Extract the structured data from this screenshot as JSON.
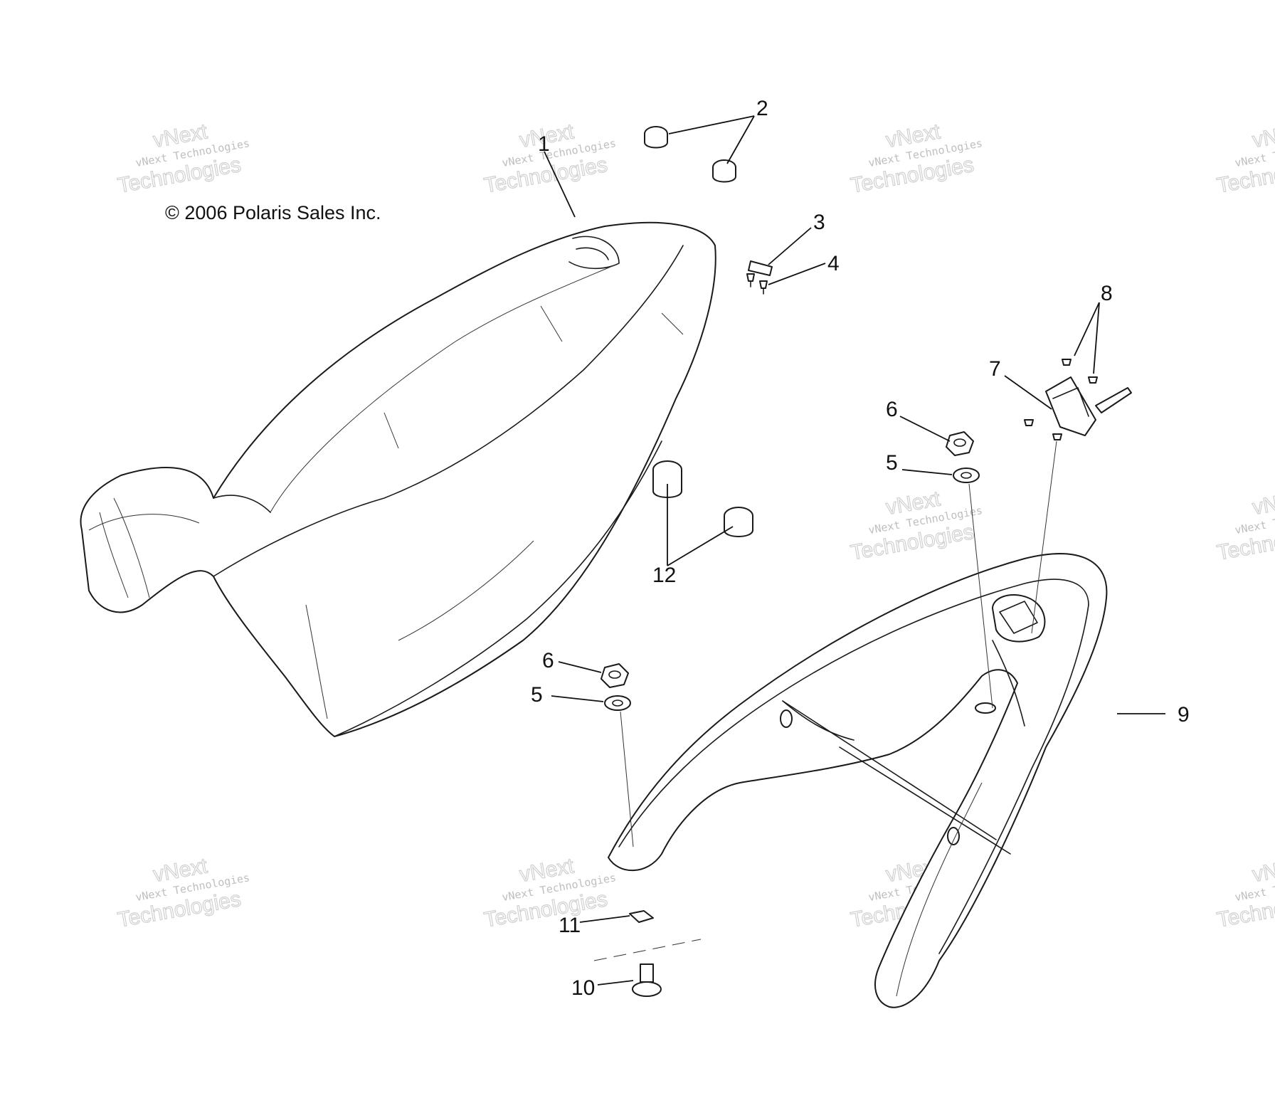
{
  "copyright": "© 2006 Polaris Sales Inc.",
  "watermark": {
    "line1": "vNext",
    "line2": "vNext Technologies",
    "line3": "Technologies"
  },
  "callouts": {
    "c1": "1",
    "c2": "2",
    "c3": "3",
    "c4": "4",
    "c5a": "5",
    "c5b": "5",
    "c6a": "6",
    "c6b": "6",
    "c7": "7",
    "c8": "8",
    "c9": "9",
    "c10": "10",
    "c11": "11",
    "c12": "12"
  }
}
